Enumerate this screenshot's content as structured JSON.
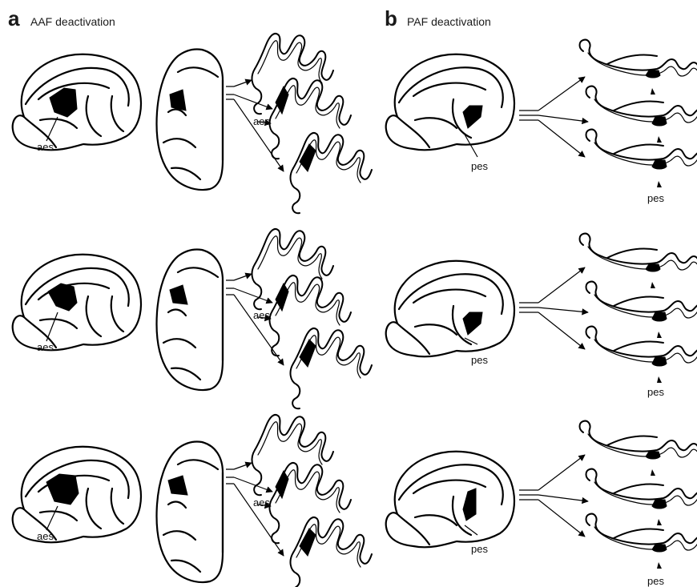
{
  "panels": [
    {
      "letter": "a",
      "title": "AAF deactivation",
      "sulcus_label": "aes",
      "section_label": "aes",
      "rows": 3
    },
    {
      "letter": "b",
      "title": "PAF deactivation",
      "sulcus_label": "pes",
      "section_label": "pes",
      "rows": 3
    }
  ],
  "colors": {
    "ink": "#000000",
    "lesion": "#000000",
    "background": "#ffffff"
  }
}
